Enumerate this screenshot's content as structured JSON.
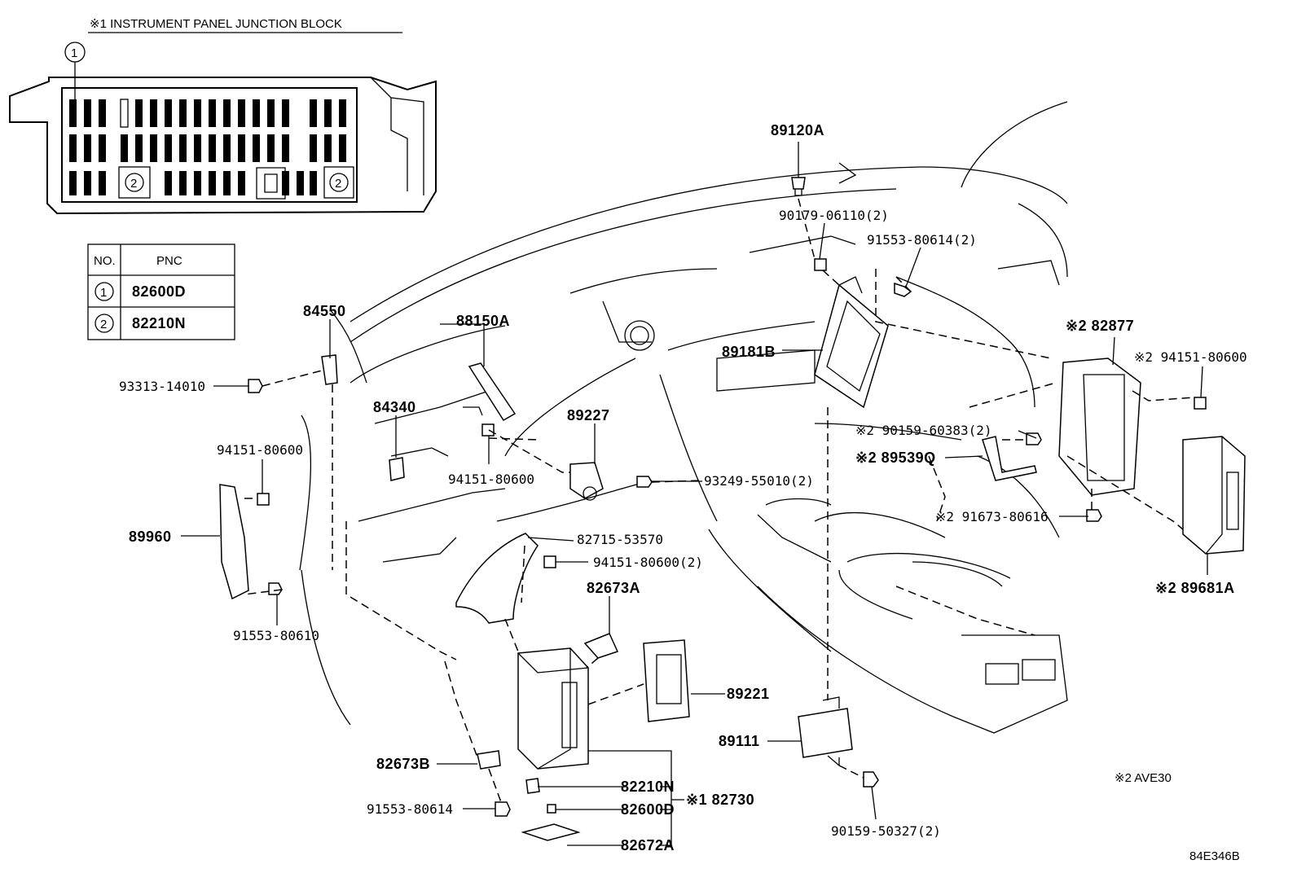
{
  "block_title": "※1 INSTRUMENT PANEL JUNCTION BLOCK",
  "legend": {
    "headers": [
      "NO.",
      "PNC"
    ],
    "rows": [
      {
        "no": "1",
        "pnc": "82600D"
      },
      {
        "no": "2",
        "pnc": "82210N"
      }
    ]
  },
  "block_callouts": {
    "one": "1",
    "two_left": "2",
    "two_right": "2"
  },
  "parts": {
    "p89120A": "89120A",
    "p90179": "90179-06110(2)",
    "p91553_614_top": "91553-80614(2)",
    "p84550": "84550",
    "p88150A": "88150A",
    "p89181B": "89181B",
    "p93313": "93313-14010",
    "p84340": "84340",
    "p89227": "89227",
    "p94151_left": "94151-80600",
    "p94151_mid": "94151-80600",
    "p93249": "93249-55010(2)",
    "p89960": "89960",
    "p82715": "82715-53570",
    "p94151_2": "94151-80600(2)",
    "p91553_610": "91553-80610",
    "p82673A": "82673A",
    "p89221": "89221",
    "p82673B": "82673B",
    "p82210N": "82210N",
    "p82600D": "82600D",
    "p82730": "※1 82730",
    "p82672A": "82672A",
    "p91553_614_bot": "91553-80614",
    "p89111": "89111",
    "p90159_50327": "90159-50327(2)",
    "p82877": "※2 82877",
    "p94151_right": "※2 94151-80600",
    "p90159_60383": "※2 90159-60383(2)",
    "p89539Q": "※2 89539Q",
    "p91673": "※2 91673-80616",
    "p89681A": "※2 89681A"
  },
  "note": "※2 AVE30",
  "drawing_id": "84E346B"
}
